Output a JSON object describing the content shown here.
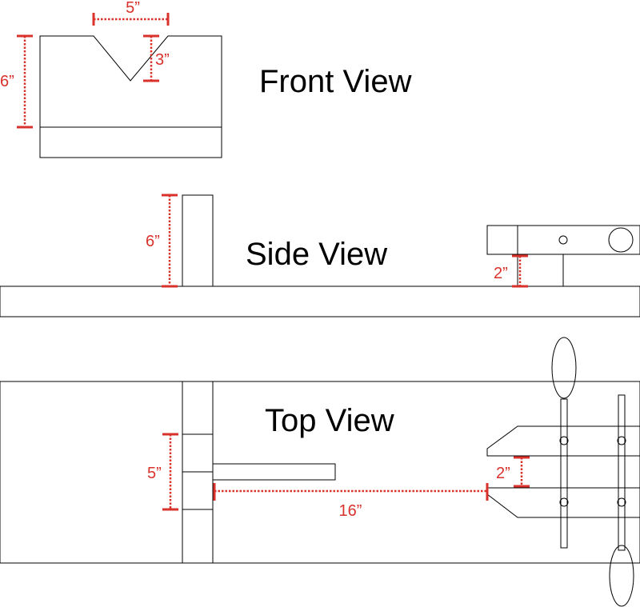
{
  "views": {
    "front": "Front View",
    "side": "Side View",
    "top": "Top View"
  },
  "dimensions": {
    "front_width": "5”",
    "front_height": "6”",
    "front_notch": "3”",
    "side_height": "6”",
    "side_gap": "2”",
    "top_width": "5”",
    "top_gap": "2”",
    "top_length": "16”"
  },
  "colors": {
    "line": "#000000",
    "dimension": "#d9312b"
  }
}
